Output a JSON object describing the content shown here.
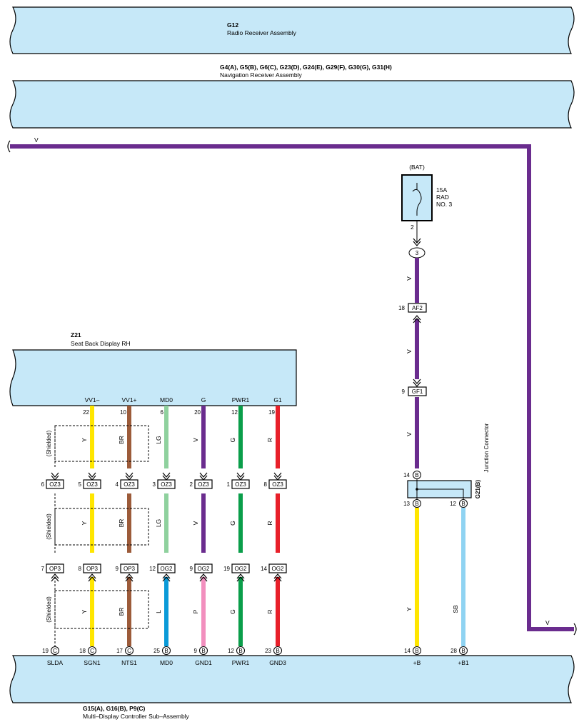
{
  "components": {
    "radio": {
      "code": "G12",
      "name": "Radio Receiver Assembly"
    },
    "nav": {
      "code": "G4(A), G5(B), G6(C), G23(D), G24(E), G29(F), G30(G), G31(H)",
      "name": "Navigation Receiver Assembly"
    },
    "seat": {
      "code": "Z21",
      "name": "Seat Back Display RH"
    },
    "mdc": {
      "code": "G15(A), G16(B), P9(C)",
      "name": "Multi–Display Controller Sub–Assembly"
    },
    "junction": {
      "code": "G21(B)",
      "name": "Junction Connector"
    }
  },
  "colors": {
    "V": "#6a2c8e",
    "Y": "#ffe600",
    "BR": "#9c5b3a",
    "LG": "#8fd19e",
    "G": "#0a9e4a",
    "R": "#e8202a",
    "L": "#0a9ad8",
    "P": "#f28fbe",
    "SB": "#8fd3f2",
    "box": "#c6e8f8"
  },
  "top_wire": {
    "color_left": "V",
    "color_right": "V"
  },
  "bat": {
    "label": "(BAT)",
    "fuse_amp": "15A",
    "fuse_name1": "RAD",
    "fuse_name2": "NO. 3",
    "pin": "2",
    "ring": "3"
  },
  "conn_af2": {
    "pin": "18",
    "name": "AF2"
  },
  "conn_gf1": {
    "pin": "9",
    "name": "GF1"
  },
  "jc_pins": {
    "top": "14",
    "bl": "13",
    "br": "12",
    "letter": "B"
  },
  "wire_labels": {
    "v1": "V",
    "v2": "V",
    "v3": "V",
    "y": "Y",
    "sb": "SB"
  },
  "seat_pins": [
    {
      "name": "VV1–",
      "num": "22"
    },
    {
      "name": "VV1+",
      "num": "10"
    },
    {
      "name": "MD0",
      "num": "6"
    },
    {
      "name": "G",
      "num": "20"
    },
    {
      "name": "PWR1",
      "num": "12"
    },
    {
      "name": "G1",
      "num": "19"
    }
  ],
  "row_oz3": [
    {
      "num": "6",
      "name": "OZ3"
    },
    {
      "num": "5",
      "name": "OZ3"
    },
    {
      "num": "4",
      "name": "OZ3"
    },
    {
      "num": "3",
      "name": "OZ3"
    },
    {
      "num": "2",
      "name": "OZ3"
    },
    {
      "num": "1",
      "name": "OZ3"
    },
    {
      "num": "8",
      "name": "OZ3"
    }
  ],
  "row_op3": [
    {
      "num": "7",
      "name": "OP3"
    },
    {
      "num": "8",
      "name": "OP3"
    },
    {
      "num": "9",
      "name": "OP3"
    },
    {
      "num": "12",
      "name": "OG2"
    },
    {
      "num": "9",
      "name": "OG2"
    },
    {
      "num": "19",
      "name": "OG2"
    },
    {
      "num": "14",
      "name": "OG2"
    }
  ],
  "seg1": [
    "Y",
    "BR",
    "LG",
    "V",
    "G",
    "R"
  ],
  "seg2": [
    "Y",
    "BR",
    "LG",
    "V",
    "G",
    "R"
  ],
  "seg3": [
    "Y",
    "BR",
    "L",
    "P",
    "G",
    "R"
  ],
  "shielded": "(Shielded)",
  "bottom_pins": [
    {
      "num": "19",
      "letter": "C",
      "name": "SLDA"
    },
    {
      "num": "18",
      "letter": "C",
      "name": "SGN1"
    },
    {
      "num": "17",
      "letter": "C",
      "name": "NTS1"
    },
    {
      "num": "25",
      "letter": "B",
      "name": "MD0"
    },
    {
      "num": "9",
      "letter": "B",
      "name": "GND1"
    },
    {
      "num": "12",
      "letter": "B",
      "name": "PWR1"
    },
    {
      "num": "23",
      "letter": "B",
      "name": "GND3"
    },
    {
      "num": "14",
      "letter": "B",
      "name": "+B"
    },
    {
      "num": "28",
      "letter": "B",
      "name": "+B1"
    }
  ]
}
